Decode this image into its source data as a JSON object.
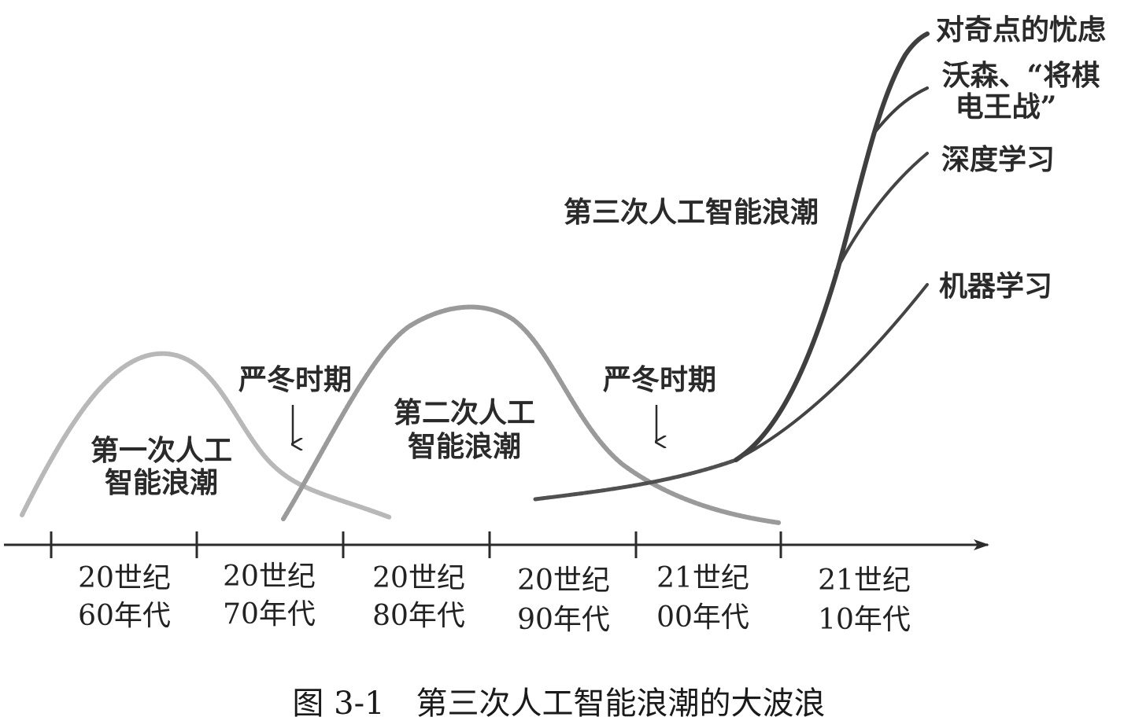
{
  "waves": {
    "first": {
      "line1": "第一次人工",
      "line2": "智能浪潮"
    },
    "second": {
      "line1": "第二次人工",
      "line2": "智能浪潮"
    },
    "third": "第三次人工智能浪潮"
  },
  "winters": [
    {
      "label": "严冬时期"
    },
    {
      "label": "严冬时期"
    }
  ],
  "branches": {
    "singularity": "对奇点的忧虑",
    "watson_line1": "沃森、“将棋",
    "watson_line2": "电王战”",
    "deep_learning": "深度学习",
    "machine_learning": "机器学习"
  },
  "timeline": [
    {
      "line1": "20世纪",
      "line2": "60年代"
    },
    {
      "line1": "20世纪",
      "line2": "70年代"
    },
    {
      "line1": "20世纪",
      "line2": "80年代"
    },
    {
      "line1": "20世纪",
      "line2": "90年代"
    },
    {
      "line1": "21世纪",
      "line2": "00年代"
    },
    {
      "line1": "21世纪",
      "line2": "10年代"
    }
  ],
  "caption": "图 3-1　第三次人工智能浪潮的大波浪",
  "colors": {
    "axis": "#2b2b2b",
    "wave1": "#b8b8b8",
    "wave2": "#9a9a9a",
    "wave3": "#505050"
  }
}
